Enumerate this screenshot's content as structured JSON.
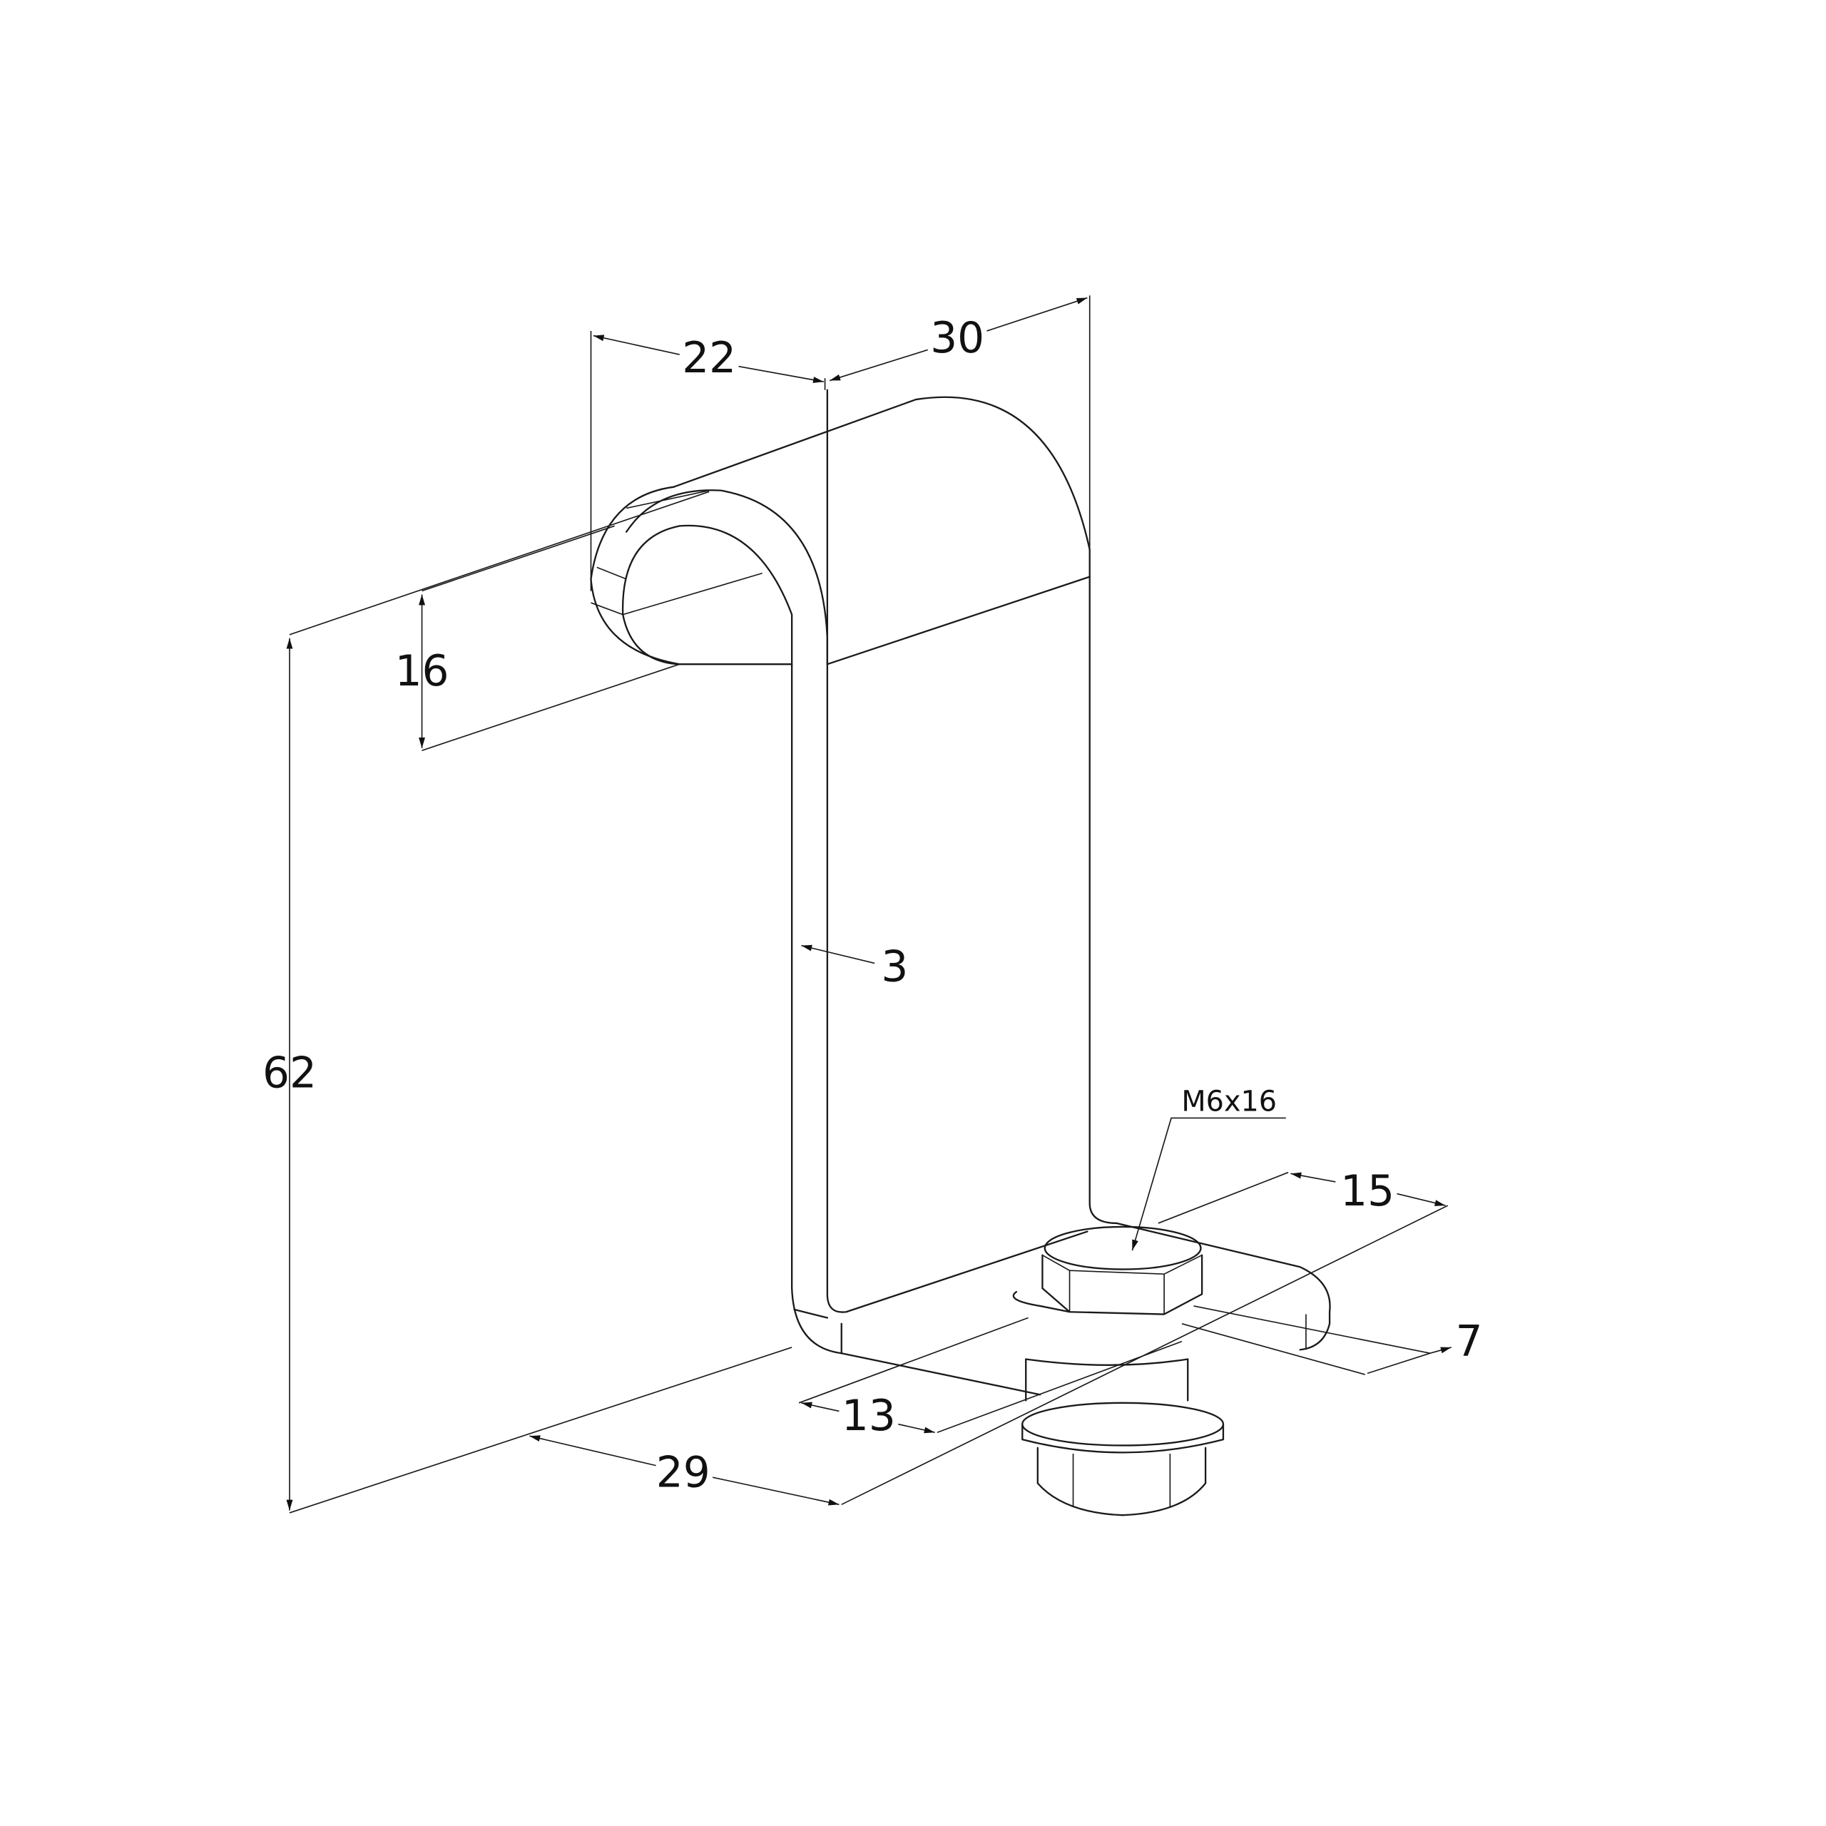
{
  "drawing": {
    "dimensions": {
      "width_top": "30",
      "curl_depth": "22",
      "curl_height": "16",
      "thickness": "3",
      "height": "62",
      "foot_length": "29",
      "slot_offset": "13",
      "slot_length": "15",
      "slot_width": "7"
    },
    "bolt_callout": "M6x16",
    "line_color": "#1a1a1a"
  }
}
